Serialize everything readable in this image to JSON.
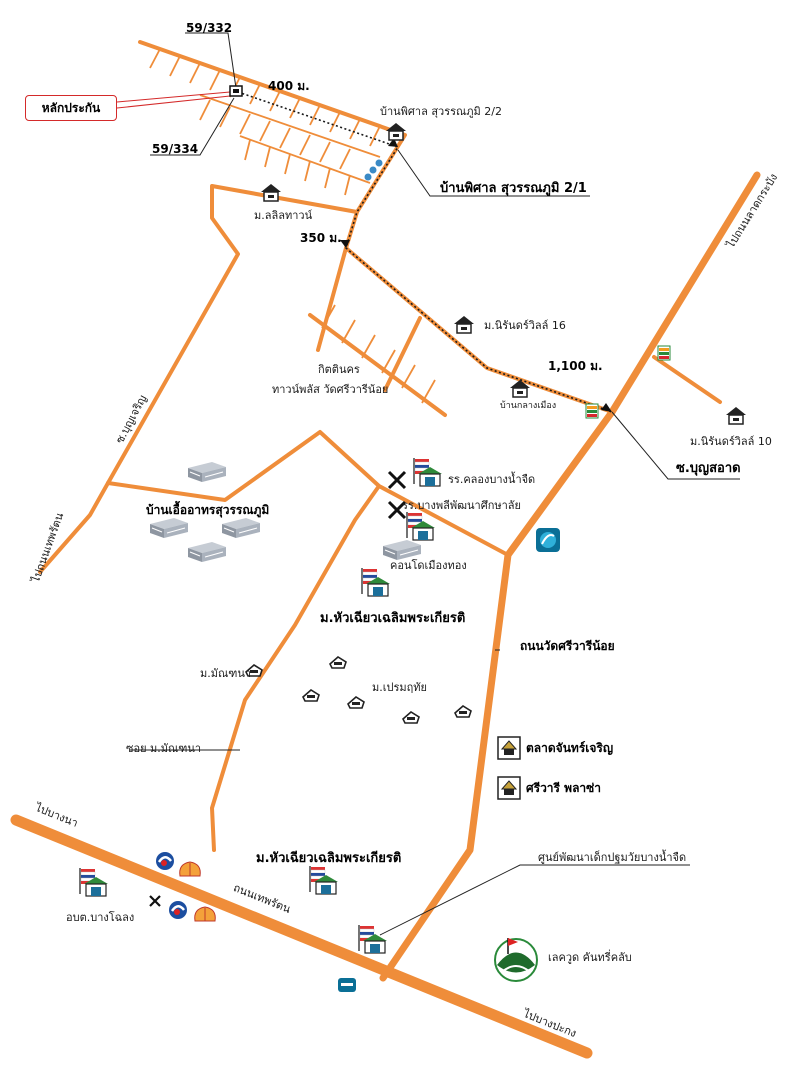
{
  "map": {
    "callout": {
      "text": "หลักประกัน",
      "color": "#d42a2a"
    },
    "road_color": "#ef8d3a",
    "labels": {
      "lot_top": "59/332",
      "lot_bottom": "59/334",
      "dist_400": "400 ม.",
      "dist_350": "350 ม.",
      "dist_1100": "1,100 ม.",
      "village_pisan_22": "บ้านพิศาล สุวรรณภูมิ 2/2",
      "village_pisan_21": "บ้านพิศาล สุวรรณภูมิ 2/1",
      "lalil_town": "ม.ลลิลทาวน์",
      "to_lat_krabang": "ไปถนนลาดกระบัง",
      "nirun_16": "ม.นิรันดร์วิลล์ 16",
      "kittinakorn": "กิตตินคร",
      "townplus": "ทาวน์พลัส วัดศรีวารีน้อย",
      "ban_klang_mueang": "บ้านกลางเมือง",
      "nirun_10": "ม.นิรันดร์วิลล์ 10",
      "soi_bunsong": "ซ.บุญสอาด",
      "soi_bunjaroen": "ซ.บุญเจริญ",
      "ban_uea": "บ้านเอื้ออาทรสุวรรณภูมิ",
      "school_klong": "รร.คลองบางน้ำจืด",
      "school_bangphli": "รร.บางพลีพัฒนาศึกษาลัย",
      "condo": "คอนโดเมืองทอง",
      "hua_chiew_1": "ม.หัวเฉียวเฉลิมพระเกียรติ",
      "to_thepharak_left": "ไปถนนเทพรัตน",
      "wat_sri_road": "ถนนวัดศรีวารีน้อย",
      "mancha": "ม.มัณฑนา",
      "prem": "ม.เปรมฤทัย",
      "market": "ตลาดจันทร์เจริญ",
      "plaza": "ศรีวารี พลาซ่า",
      "soi_mancha": "ซอย ม.มัณฑนา",
      "to_bangna": "ไปบางนา",
      "hua_chiew_2": "ม.หัวเฉียวเฉลิมพระเกียรติ",
      "obt": "อบต.บางโฉลง",
      "thepharak_road": "ถนนเทพรัตน",
      "child_center": "ศูนย์พัฒนาเด็กปฐมวัยบางน้ำจืด",
      "golf": "เลควูด คันทรี่คลับ",
      "to_bang_pakong": "ไปบางปะกง"
    }
  }
}
